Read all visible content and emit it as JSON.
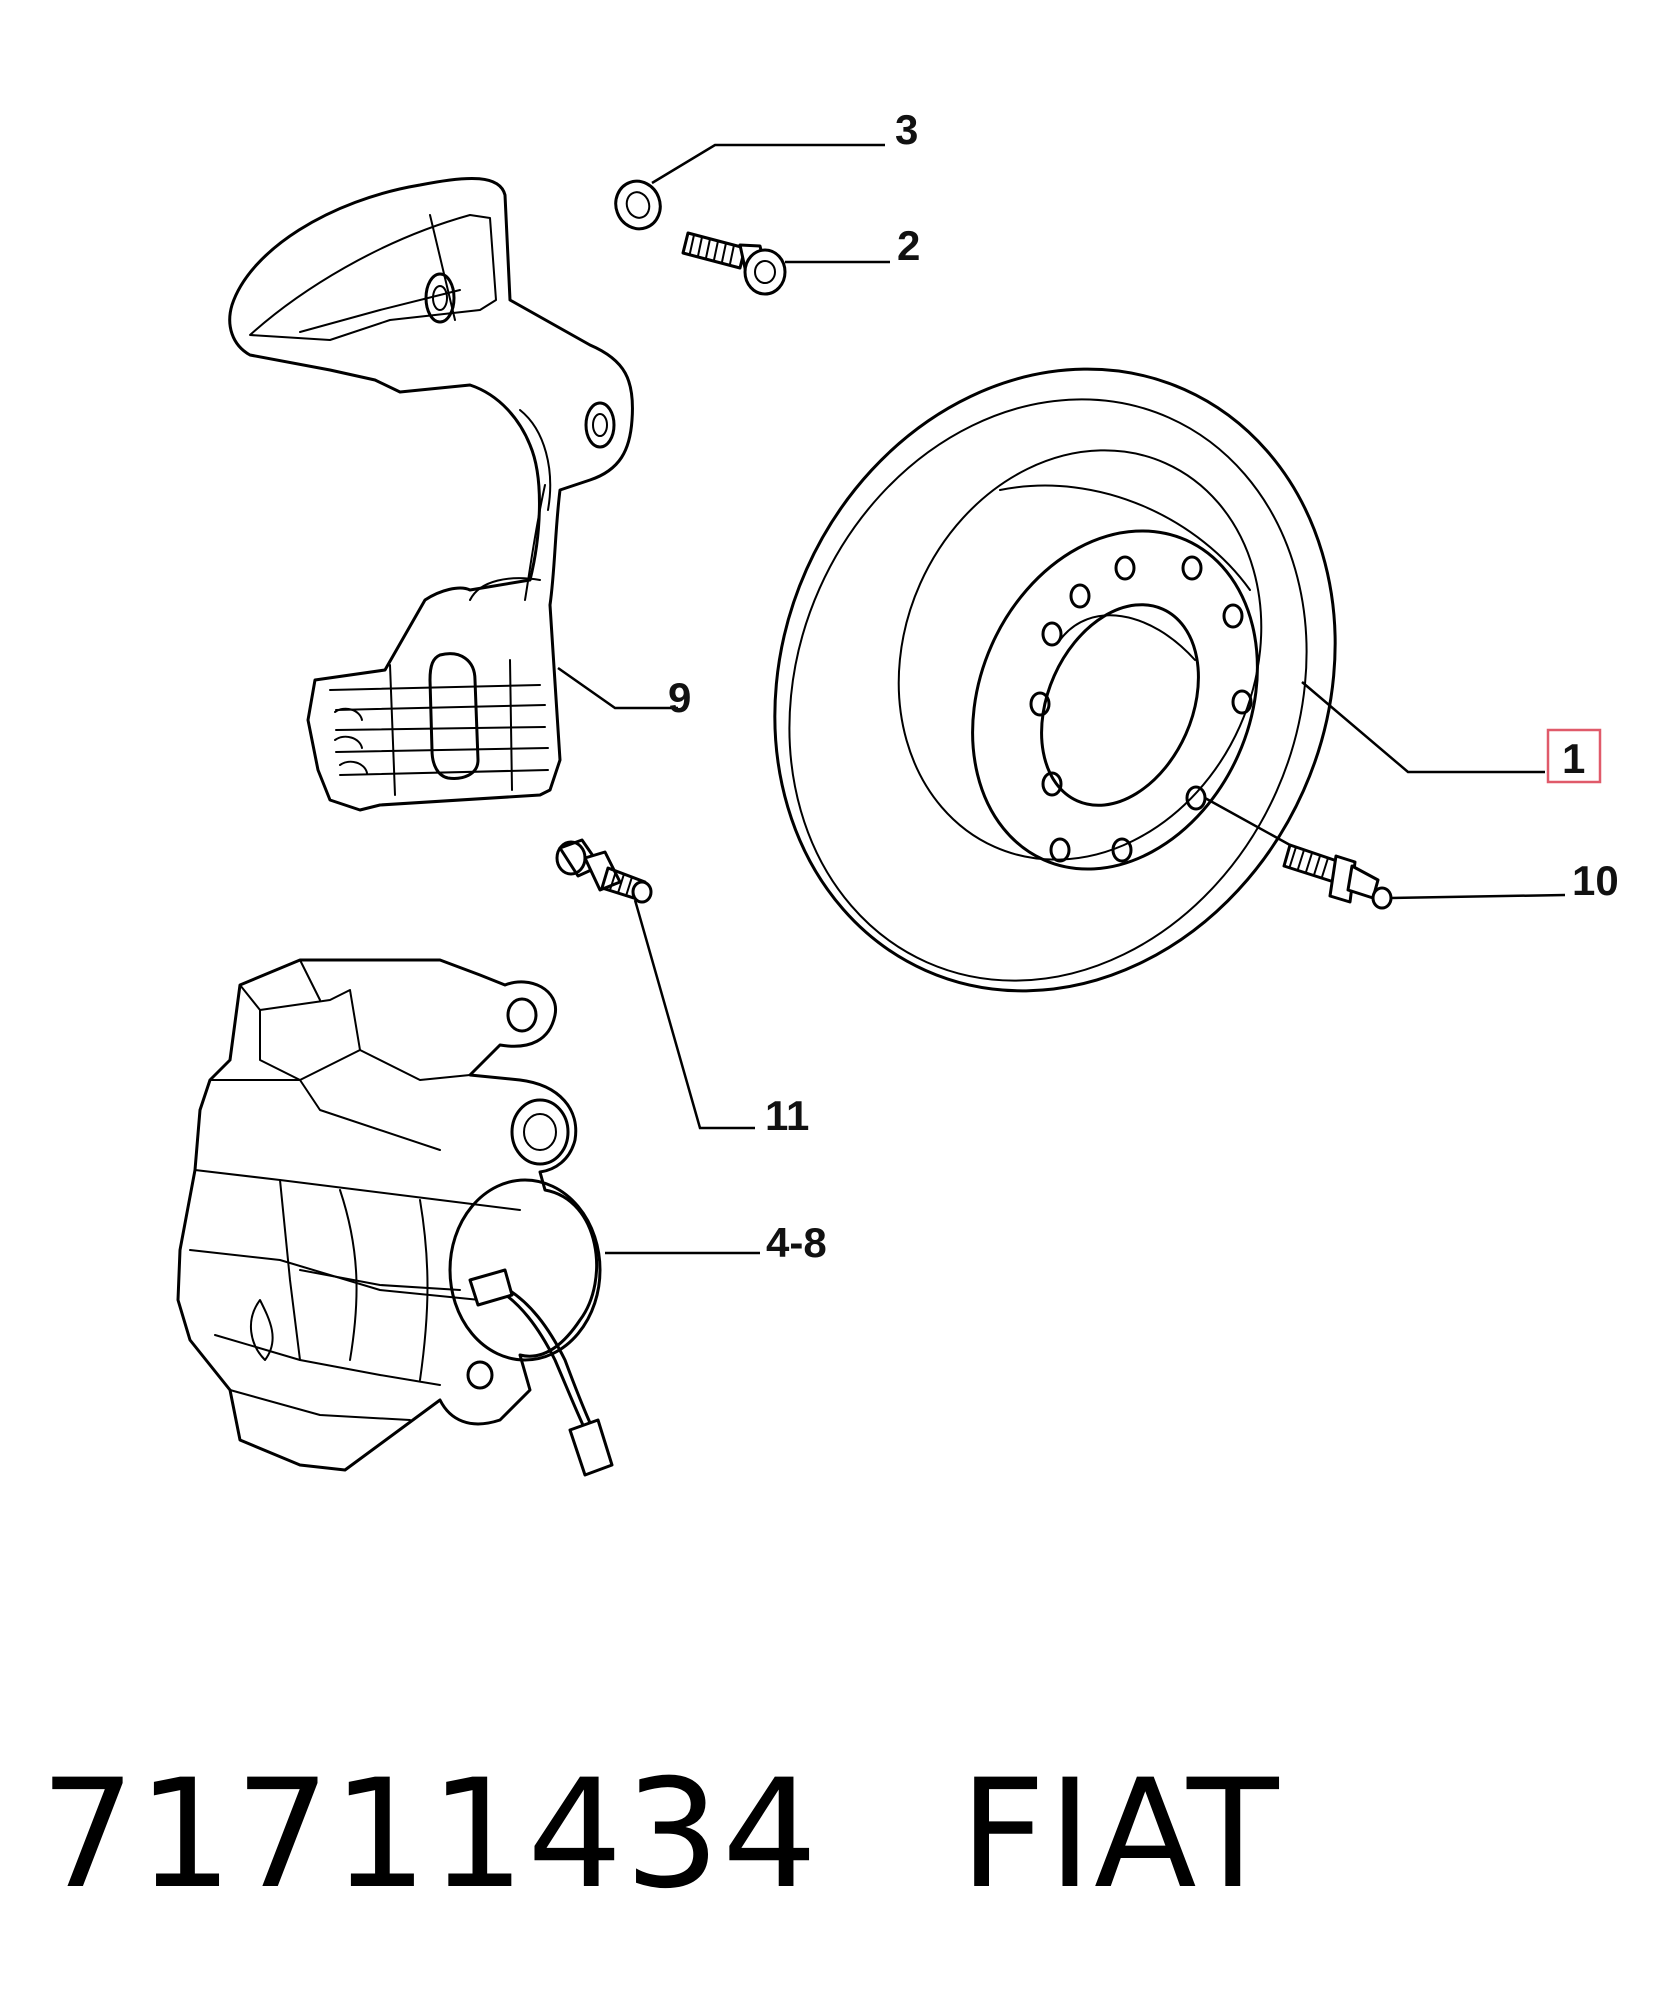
{
  "diagram": {
    "callouts": {
      "c1": "1",
      "c2": "2",
      "c3": "3",
      "c4": "4-8",
      "c9": "9",
      "c10": "10",
      "c11": "11"
    },
    "highlight": {
      "color": "#e05a6a",
      "label": "1"
    }
  },
  "footer": {
    "part_number": "71711434",
    "brand": "FIAT"
  }
}
